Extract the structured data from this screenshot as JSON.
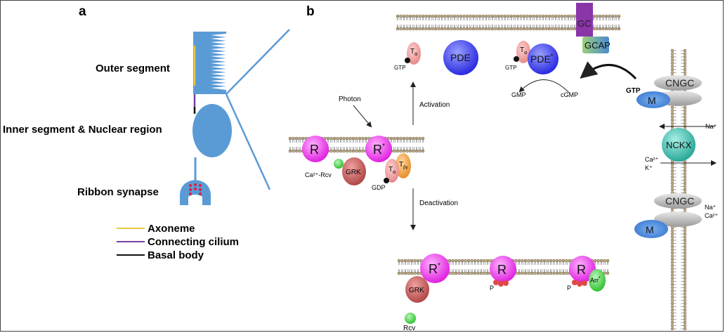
{
  "panels": {
    "a": "a",
    "b": "b"
  },
  "panel_a": {
    "outer_segment": "Outer segment",
    "inner_segment": "Inner segment & Nuclear region",
    "ribbon_synapse": "Ribbon synapse",
    "legend": [
      {
        "label": "Axoneme",
        "color": "#e8c840"
      },
      {
        "label": "Connecting cilium",
        "color": "#7a3fa0"
      },
      {
        "label": "Basal body",
        "color": "#111111"
      }
    ]
  },
  "panel_b": {
    "top": {
      "gc": "GC",
      "gcap": "GCAP",
      "t": "T",
      "t_sub": "α",
      "gtp_left": "GTP",
      "pde": "PDE",
      "pde_star": "PDE",
      "pde_star_sup": "*",
      "gtp_mid": "GTP",
      "gmp": "GMP",
      "cgmp": "cGMP"
    },
    "activation": "Activation",
    "deactivation": "Deactivation",
    "middle": {
      "photon": "Photon",
      "r": "R",
      "r_star": "R",
      "r_star_sup": "*",
      "grk": "GRK",
      "ca_rcv": "Ca²⁺-Rcv",
      "gdp": "GDP",
      "t_alpha": "T",
      "t_alpha_sub": "α",
      "t_by": "T",
      "t_by_sub": "βγ"
    },
    "bottom": {
      "r_star": "R",
      "r_star_sup": "*",
      "grk": "GRK",
      "rcv": "Rcv",
      "r1": "R",
      "p1": "P",
      "r2": "R",
      "p2": "P",
      "arr": "Arr",
      "arr_sup": "*"
    },
    "right": {
      "gtp": "GTP",
      "m1": "M",
      "cngc1": "CNGC",
      "na1": "Na⁺",
      "nckx": "NCKX",
      "ca_k1": "Ca²⁺",
      "ca_k2": "K⁺",
      "cngc2": "CNGC",
      "na2": "Na⁺",
      "ca2": "Ca²⁺",
      "m2": "M"
    }
  }
}
